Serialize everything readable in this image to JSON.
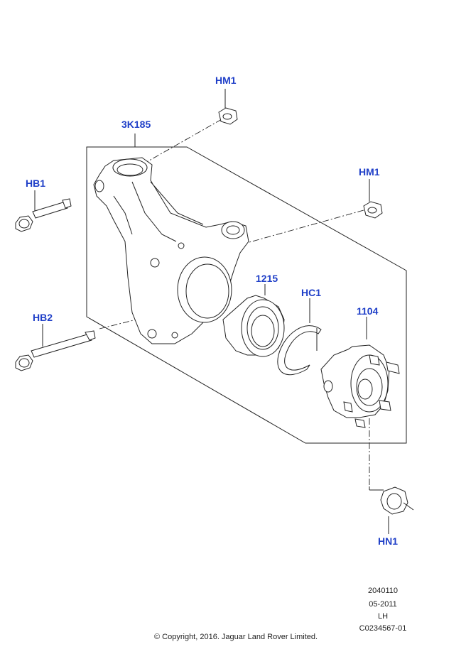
{
  "diagram": {
    "callouts": {
      "hm1_top": "HM1",
      "k185": "3K185",
      "hb1": "HB1",
      "hm1_right": "HM1",
      "c1215": "1215",
      "hc1": "HC1",
      "c1104": "1104",
      "hb2": "HB2",
      "hn1": "HN1"
    },
    "callout_color": "#1f3fc8"
  },
  "meta": {
    "code": "2040110",
    "date": "05-2011",
    "side": "LH",
    "ref": "C0234567-01"
  },
  "copyright": "© Copyright, 2016. Jaguar Land Rover Limited."
}
